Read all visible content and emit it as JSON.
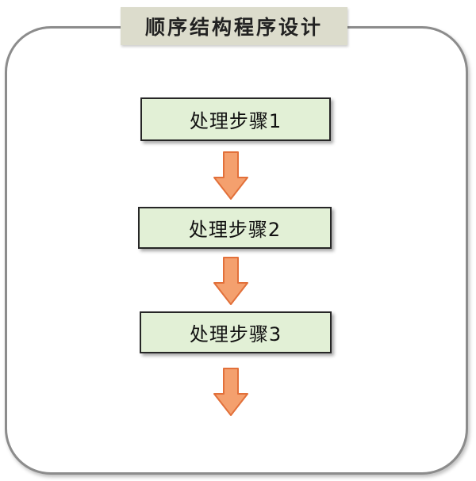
{
  "title": "顺序结构程序设计",
  "steps": [
    {
      "label": "处理步骤1"
    },
    {
      "label": "处理步骤2"
    },
    {
      "label": "处理步骤3"
    }
  ],
  "colors": {
    "frame_border": "#8c8c8c",
    "title_background": "#dcdccc",
    "step_fill": "#e2f0d6",
    "step_border": "#262626",
    "arrow_fill": "#f4a06e",
    "arrow_stroke": "#e2703a"
  },
  "icons": [
    "down-arrow-icon"
  ]
}
